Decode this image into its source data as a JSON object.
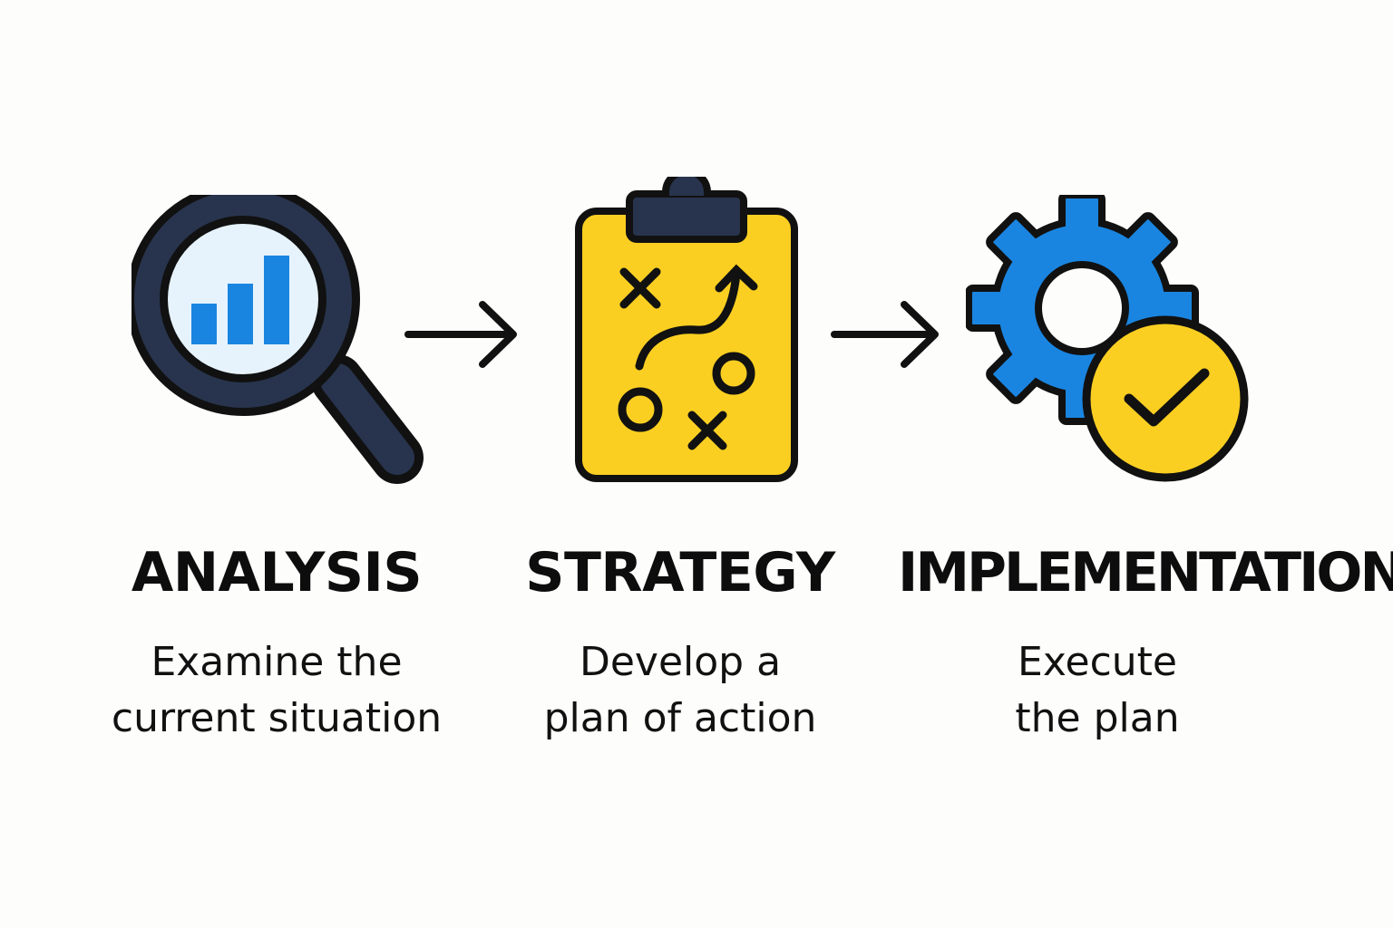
{
  "steps": [
    {
      "title": "ANALYSIS",
      "description": [
        "Examine the",
        "current situation"
      ],
      "icon": "magnifying-glass-chart-icon"
    },
    {
      "title": "STRATEGY",
      "description": [
        "Develop a",
        "plan of action"
      ],
      "icon": "clipboard-strategy-icon"
    },
    {
      "title": "IMPLEMENTATION",
      "description": [
        "Execute",
        "the plan"
      ],
      "icon": "gear-checkmark-icon"
    }
  ],
  "connectors": [
    "right-arrow-icon",
    "right-arrow-icon"
  ],
  "colors": {
    "outline": "#111111",
    "navy": "#28344d",
    "blue": "#1a85e0",
    "light_blue": "#e6f3fd",
    "yellow": "#fbcf21",
    "background": "#fdfdfc"
  }
}
